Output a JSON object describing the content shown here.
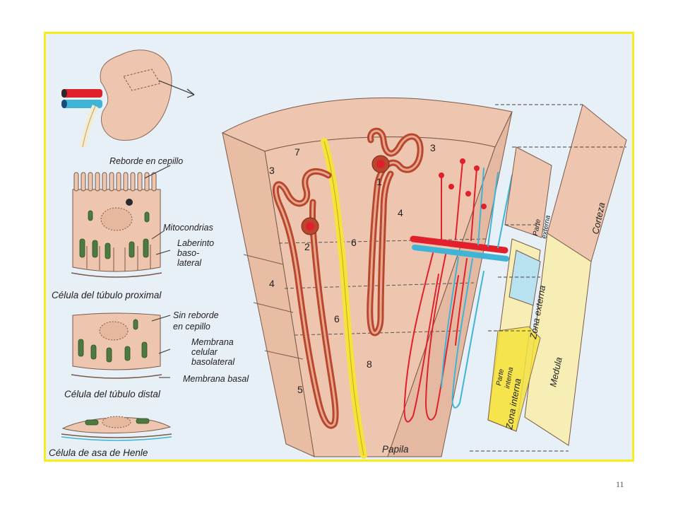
{
  "figure": {
    "labels": {
      "brush_border": "Reborde en cepillo",
      "mitochondria": "Mitocondrias",
      "labyrinth_1": "Laberinto",
      "labyrinth_2": "baso-",
      "labyrinth_3": "lateral",
      "proximal_cell": "Célula del túbulo proximal",
      "no_brush_1": "Sin reborde",
      "no_brush_2": "en cepillo",
      "membrane_1": "Membrana",
      "membrane_2": "celular",
      "membrane_3": "basolateral",
      "basal_membrane": "Membrana basal",
      "distal_cell": "Célula del túbulo distal",
      "henle_cell": "Célula de asa de Henle",
      "papilla": "Papila",
      "cortex": "Corteza",
      "medulla": "Medula",
      "outer_zone": "Zona externa",
      "inner_zone": "Zona interna",
      "outer_part_1": "Parte",
      "outer_part_2": "externa",
      "inner_part_1": "Parte",
      "inner_part_2": "interna"
    },
    "numbers": {
      "n1": "1",
      "n2": "2",
      "n3a": "3",
      "n3b": "3",
      "n4a": "4",
      "n4b": "4",
      "n5": "5",
      "n6a": "6",
      "n6b": "6",
      "n7": "7",
      "n8": "8"
    },
    "colors": {
      "frame": "#f5ee1a",
      "background": "#e7eff7",
      "tissue": "#eec5ae",
      "tubule": "#b8472e",
      "artery": "#e0202a",
      "vein": "#3fb4d6",
      "collecting_duct": "#f5e33a",
      "medulla_band": "#f7eeb6"
    }
  },
  "page_number": "11"
}
